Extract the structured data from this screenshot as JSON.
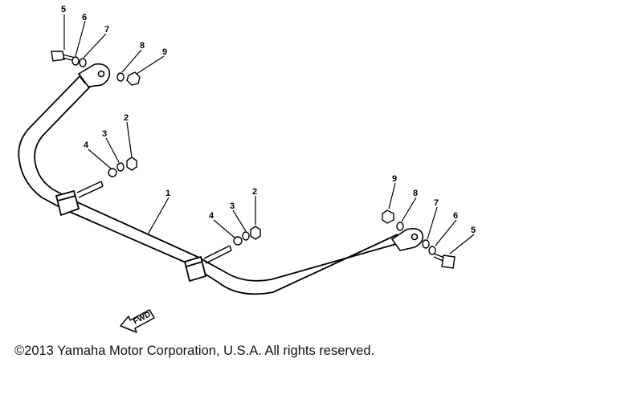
{
  "diagram": {
    "callouts": {
      "tl5": "5",
      "tl6": "6",
      "tl7": "7",
      "tl8": "8",
      "tl9": "9",
      "ml2": "2",
      "ml3": "3",
      "ml4": "4",
      "bar1": "1",
      "mc2": "2",
      "mc3": "3",
      "mc4": "4",
      "r9": "9",
      "r8": "8",
      "r7": "7",
      "r6": "6",
      "r5": "5"
    },
    "fwd_label": "FWD"
  },
  "footer": {
    "copyright": "©2013 Yamaha Motor Corporation, U.S.A. All rights reserved."
  }
}
